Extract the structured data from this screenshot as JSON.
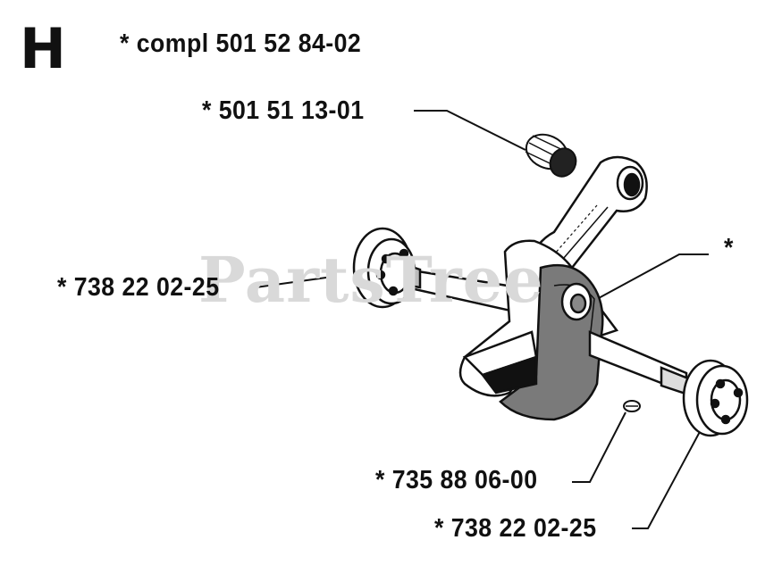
{
  "diagram": {
    "section_letter": "H",
    "watermark": "PartsTree",
    "callouts": [
      {
        "id": "complete-assembly",
        "text": "*  compl 501 52 84-02"
      },
      {
        "id": "needle-bearing",
        "text": "*  501 51 13-01"
      },
      {
        "id": "bearing-left",
        "text": "*  738 22 02-25"
      },
      {
        "id": "crankshaft",
        "text": "*"
      },
      {
        "id": "key",
        "text": "*  735 88 06-00"
      },
      {
        "id": "bearing-right",
        "text": "*  738 22 02-25"
      }
    ]
  }
}
